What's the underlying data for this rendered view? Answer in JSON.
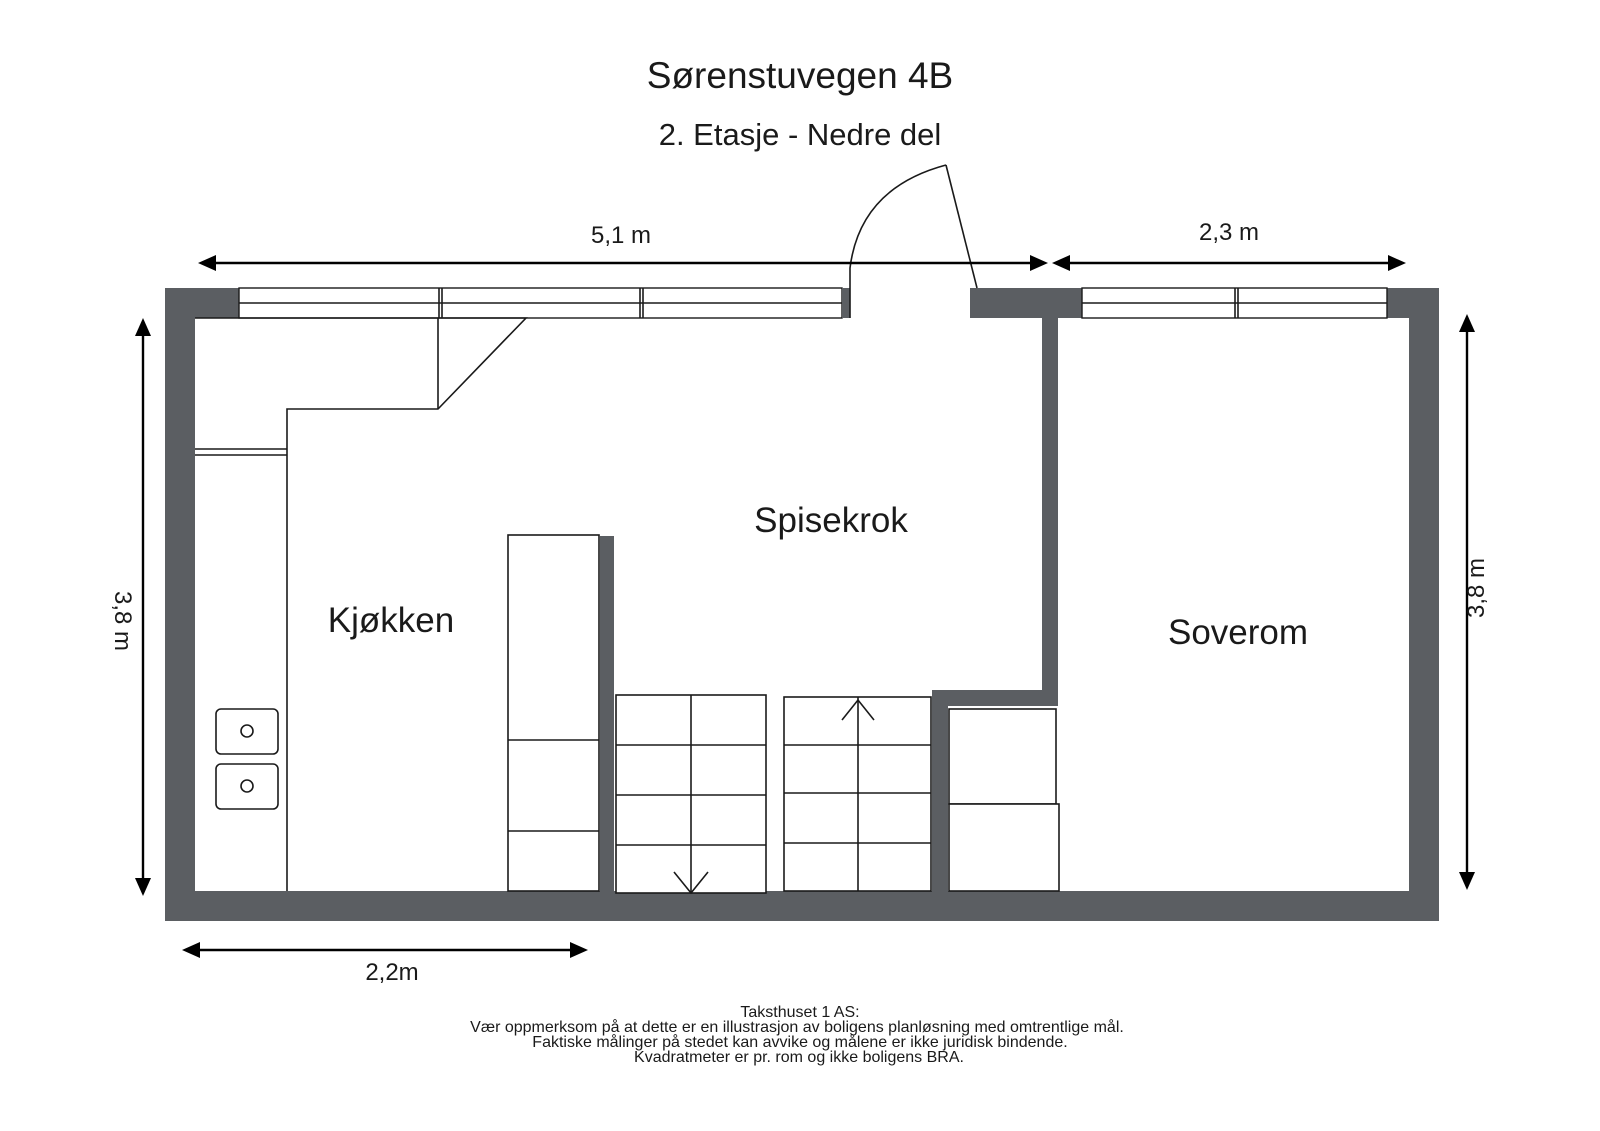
{
  "header": {
    "title": "Sørenstuvegen 4B",
    "subtitle": "2. Etasje - Nedre del"
  },
  "dimensions": {
    "top_left": "5,1 m",
    "top_right": "2,3 m",
    "left": "3,8 m",
    "right": "3,8 m",
    "bottom": "2,2m"
  },
  "rooms": {
    "kitchen": "Kjøkken",
    "dining": "Spisekrok",
    "bedroom": "Soverom"
  },
  "disclaimer": {
    "line1": "Taksthuset 1 AS:",
    "line2": "Vær oppmerksom på at dette er en illustrasjon av boligens planløsning med omtrentlige mål.",
    "line3": "Faktiske målinger på stedet kan avvike og målene er ikke juridisk bindende.",
    "line4": "Kvadratmeter er pr. rom og ikke boligens BRA."
  },
  "colors": {
    "wall": "#5b5e62",
    "line": "#1a1a1a"
  }
}
